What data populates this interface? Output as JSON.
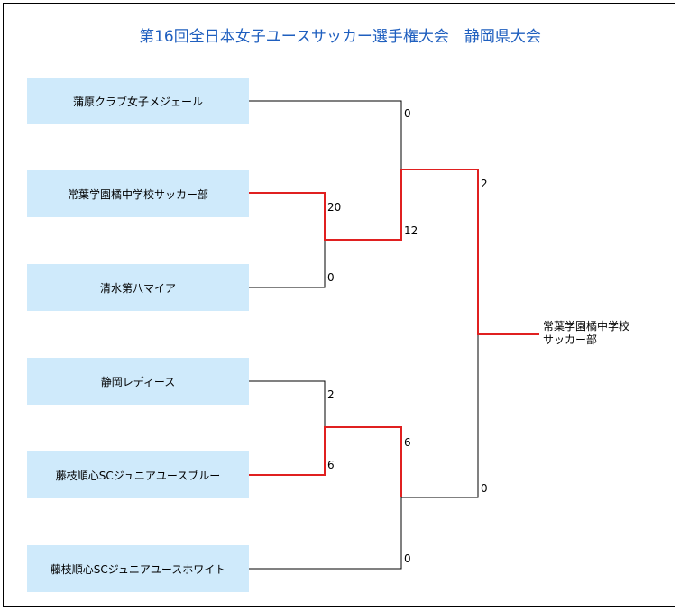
{
  "title": "第16回全日本女子ユースサッカー選手権大会　静岡県大会",
  "teams": [
    "蒲原クラブ女子メジェール",
    "常葉学園橘中学校サッカー部",
    "清水第八マイア",
    "静岡レディース",
    "藤枝順心SCジュニアユースブルー",
    "藤枝順心SCジュニアユースホワイト"
  ],
  "scores": {
    "r2_top_a": "20",
    "r2_top_b": "0",
    "r1_top_bye": "0",
    "r1_top_winner": "12",
    "r2_bot_a": "2",
    "r2_bot_b": "6",
    "r1_bot_winner": "6",
    "r1_bot_bye": "0",
    "final_top": "2",
    "final_bot": "0"
  },
  "champion": {
    "line1": "常葉学園橘中学校",
    "line2": "サッカー部"
  },
  "colors": {
    "win_line": "#e02020",
    "line": "#000000",
    "team_bg": "#cfeafb",
    "title": "#1f5fbf"
  }
}
